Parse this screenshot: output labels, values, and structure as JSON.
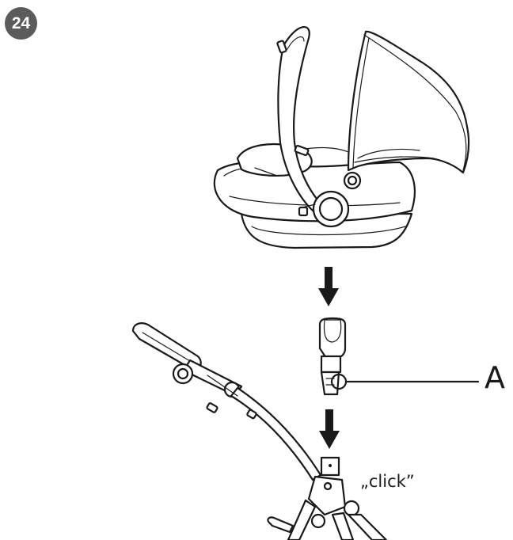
{
  "step": {
    "number": "24"
  },
  "callout": {
    "label": "A"
  },
  "sound": {
    "text": "„click”"
  },
  "colors": {
    "badge": "#5b5b5b",
    "ink": "#1a1a1a",
    "background": "#ffffff"
  },
  "icons": {
    "car_seat": "infant-car-seat-illustration",
    "adapter": "car-seat-adapter-illustration",
    "stroller": "stroller-frame-illustration",
    "arrow_1": "arrow-down-icon",
    "arrow_2": "arrow-down-icon"
  }
}
